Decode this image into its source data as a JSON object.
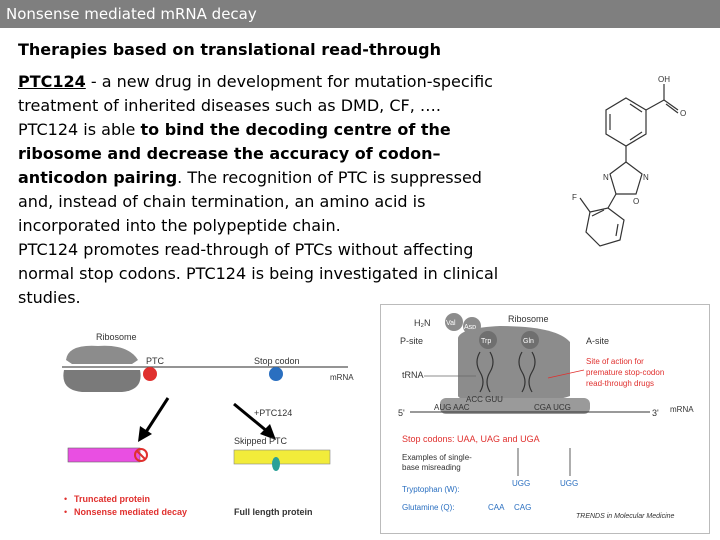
{
  "header": {
    "title": "Nonsense mediated mRNA decay"
  },
  "slide": {
    "heading": "Therapies based on translational read-through",
    "p1_drug": "PTC124",
    "p1_rest": " - a new drug in development for mutation-specific treatment of inherited diseases such as DMD, CF, ….",
    "p2_start": "PTC124 is able ",
    "p2_bold": "to bind the decoding centre of the ribosome and decrease the accuracy of codon–anticodon pairing",
    "p2_end": ". The recognition of PTC is suppressed and, instead of chain termination, an amino acid is incorporated into the polypeptide chain.",
    "p3": "PTC124 promotes read-through of PTCs without affecting normal stop codons. PTC124 is being investigated in clinical studies."
  },
  "structure": {
    "oh": "OH",
    "o": "O",
    "n1": "N",
    "n2": "N",
    "o2": "O",
    "f": "F"
  },
  "left_diagram": {
    "ribosome": "Ribosome",
    "ptc": "PTC",
    "stop_codon": "Stop codon",
    "mrna": "mRNA",
    "drug": "+PTC124",
    "skipped": "Skipped PTC",
    "truncated": "Truncated protein",
    "nmd": "Nonsense mediated decay",
    "full_length": "Full length protein",
    "bullet": "•"
  },
  "right_diagram": {
    "h2n": "H₂N",
    "val": "Val",
    "asp": "Asp",
    "ribosome": "Ribosome",
    "psite": "P-site",
    "asite": "A-site",
    "trp": "Trp",
    "gln": "Gln",
    "trna": "tRNA",
    "site_action": "Site of action for",
    "site_action2": "premature stop-codon",
    "site_action3": "read-through drugs",
    "five": "5'",
    "three": "3'",
    "aug_aac": "AUG AAC",
    "acc_guu": "ACC GUU",
    "cga_ucg": "CGA UCG",
    "mrna": "mRNA",
    "stop_codons": "Stop codons: UAA, UAG and UGA",
    "examples1": "Examples of single-",
    "examples2": "base misreading",
    "tryptophan": "Tryptophan (W):",
    "glutamine": "Glutamine (Q):",
    "ugg1": "UGG",
    "ugg2": "UGG",
    "caa": "CAA",
    "cag": "CAG",
    "credit": "TRENDS in Molecular Medicine"
  },
  "colors": {
    "titlebar": "#7f7f7f",
    "red": "#e0302e",
    "magenta": "#e94fe2",
    "yellow": "#f2ec3a",
    "blue": "#2a6fc0",
    "green": "#2aa198"
  }
}
